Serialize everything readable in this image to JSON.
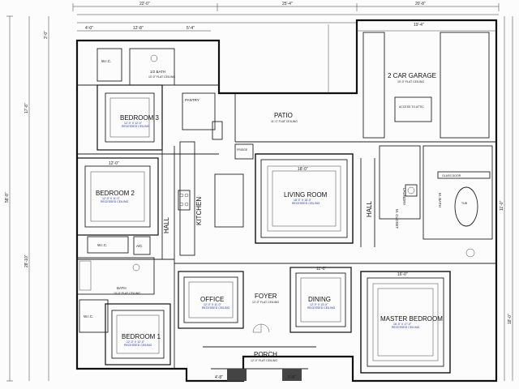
{
  "rooms": {
    "wic_top": "W.I.C.",
    "half_bath": "1/2 BATH",
    "half_bath_ceiling": "10'-0\" FLAT CEILING",
    "pantry": "PANTRY",
    "bedroom3": "BEDROOM 3",
    "bedroom3_size": "12'-0\" X 12'-0\"",
    "bedroom3_ceiling": "RECESSED CEILING",
    "patio": "PATIO",
    "patio_ceiling": "11'-0\" FLAT CEILING",
    "garage": "2 CAR GARAGE",
    "garage_ceiling": "10'-0\" FLAT CEILING",
    "attic": "ACCESS TO ATTIC",
    "fridge": "FRIDGE",
    "bedroom2": "BEDROOM 2",
    "bedroom2_size": "12'-0\" X 11'-0\"",
    "bedroom2_ceiling": "RECESSED CEILING",
    "living": "LIVING ROOM",
    "living_size": "18'-0\" X 18'-0\"",
    "living_ceiling": "RECESSED CEILING",
    "hall_left": "HALL",
    "kitchen": "KITCHEN",
    "hall_right": "HALL",
    "laundry": "LAUNDRY",
    "m_closet": "M. CLOSET",
    "m_bath": "M. BATH",
    "glass_door": "GLASS DOOR",
    "tub": "TUB",
    "wic_mid": "W.I.C.",
    "ac": "A/C",
    "bath": "BATH",
    "bath_ceiling": "10'-0\" FLAT CEILING",
    "office": "OFFICE",
    "office_size": "12'-0\" X 11'-0\"",
    "office_ceiling": "RECESSED CEILING",
    "foyer": "FOYER",
    "foyer_ceiling": "12'-0\" FLAT CEILING",
    "dining": "DINING",
    "dining_size": "12'-0\" X 13'-0\"",
    "dining_ceiling": "RECESSED CEILING",
    "master": "MASTER BEDROOM",
    "master_size": "16'-0\" X 17'-0\"",
    "master_ceiling": "RECESSED CEILING",
    "wic_bottom": "W.I.C.",
    "bedroom1": "BEDROOM 1",
    "bedroom1_size": "12'-0\" X 12'-0\"",
    "bedroom1_ceiling": "RECESSED CEILING",
    "porch": "PORCH",
    "porch_ceiling": "12'-0\" FLAT CEILING"
  },
  "dims": {
    "top_1": "22'-0\"",
    "top_2": "25'-4\"",
    "top_3": "20'-8\"",
    "garage_w": "19'-4\"",
    "left_1": "3'-0\"",
    "left_2": "17'-8\"",
    "left_3": "28'-10\"",
    "left_total": "58'-8\"",
    "bed3_w": "12'-8\"",
    "bed3_w2": "4'-0\"",
    "bed3_w3": "5'-4\"",
    "bed2_w": "12'-0\"",
    "living_w": "18'-0\"",
    "hall_w": "11'-0\"",
    "master_w": "16'-0\"",
    "bot_1": "4'-8\"",
    "bot_2": "5'-8\"",
    "right_1": "11'-0\"",
    "right_2": "18'-0\""
  }
}
